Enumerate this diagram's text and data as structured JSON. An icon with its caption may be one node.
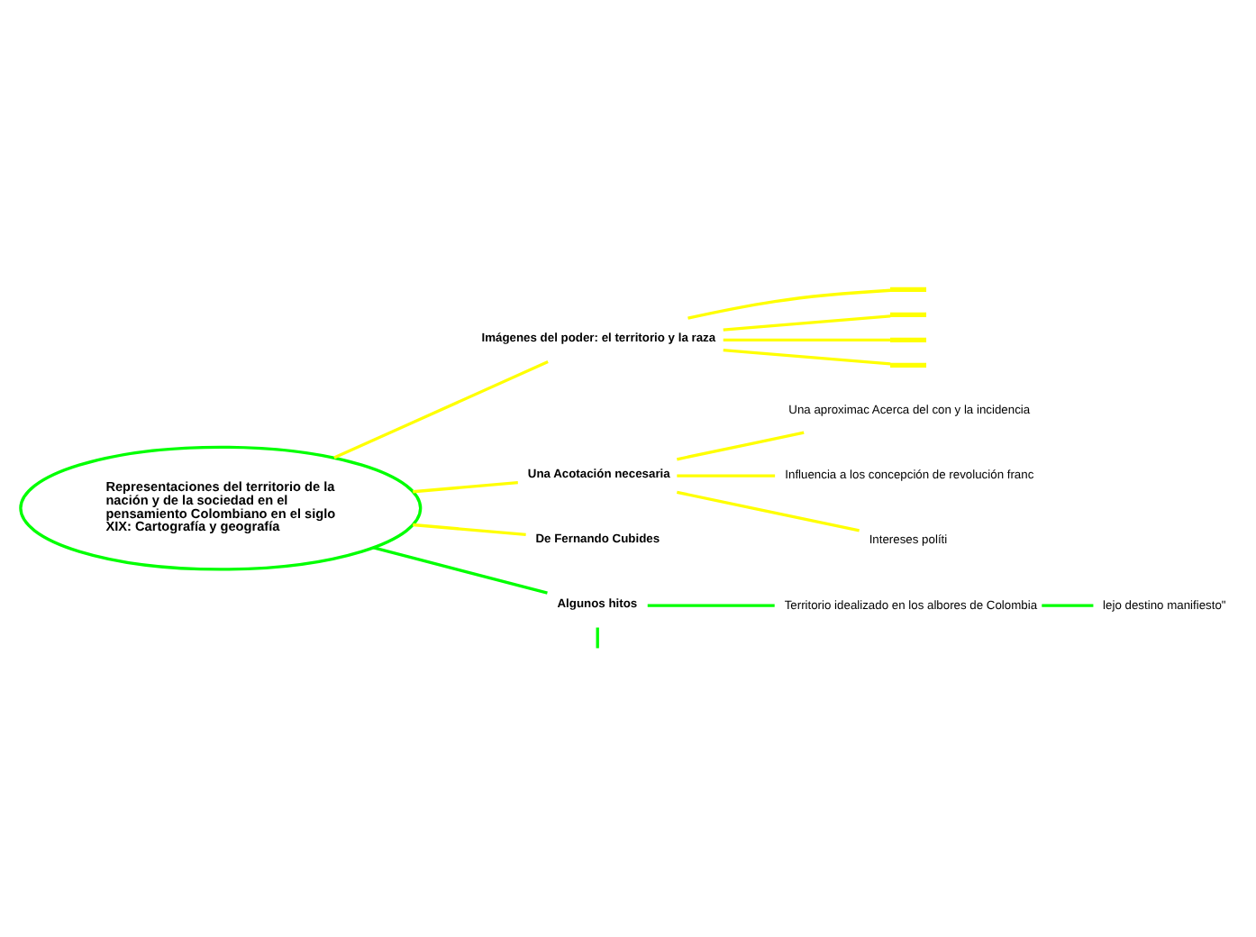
{
  "diagram": {
    "nodes": [
      {
        "text": [
          "Representaciones del territorio de la nación y de la sociedad en el pensamiento Colombiano en el siglo XIX: Cartografía y geografía"
        ]
      },
      {
        "text": [
          "Imágenes del poder: el territorio y la raza"
        ]
      },
      {
        "text": [],
        "shape": "bar"
      },
      {
        "text": [],
        "shape": "bar"
      },
      {
        "text": [],
        "shape": "bar"
      },
      {
        "text": [],
        "shape": "bar"
      },
      {
        "text": [
          "Una Acotación necesaria"
        ]
      },
      {
        "text": [
          "Una aproximac Acerca del con y la incidencia"
        ]
      },
      {
        "text": [
          "Influencia a los concepción de revolución franc"
        ]
      },
      {
        "text": [
          "Intereses políti"
        ]
      },
      {
        "text": [
          "De Fernando Cubides"
        ]
      },
      {
        "text": [
          "Algunos hitos"
        ]
      },
      {
        "text": [
          "Territorio idealizado en los albores de Colombia"
        ]
      },
      {
        "text": [
          "lejo destino manifiesto\""
        ]
      }
    ],
    "edges": [
      {
        "from": 0,
        "to": 1,
        "arrow": "none"
      },
      {
        "from": 1,
        "to": 2,
        "arrow": "none"
      },
      {
        "from": 1,
        "to": 3,
        "arrow": "none"
      },
      {
        "from": 1,
        "to": 4,
        "arrow": "none"
      },
      {
        "from": 1,
        "to": 5,
        "arrow": "none"
      },
      {
        "from": 0,
        "to": 6,
        "arrow": "none"
      },
      {
        "from": 6,
        "to": 7,
        "arrow": "none"
      },
      {
        "from": 6,
        "to": 8,
        "arrow": "none"
      },
      {
        "from": 6,
        "to": 9,
        "arrow": "none"
      },
      {
        "from": 0,
        "to": 10,
        "arrow": "none"
      },
      {
        "from": 0,
        "to": 11,
        "arrow": "none",
        "color": "#00ff00"
      },
      {
        "from": 11,
        "to": 12,
        "arrow": "none",
        "color": "#00ff00"
      },
      {
        "from": 12,
        "to": 13,
        "arrow": "none",
        "color": "#00ff00"
      },
      {
        "from": 11,
        "to": null,
        "arrow": "none",
        "color": "#00ff00"
      }
    ]
  }
}
